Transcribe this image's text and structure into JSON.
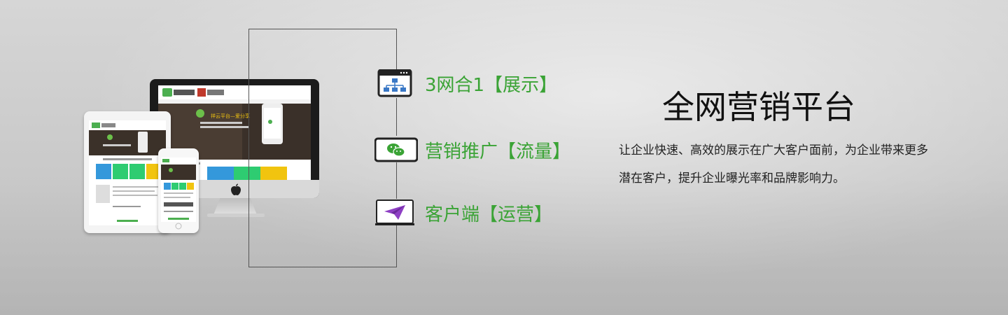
{
  "features": [
    {
      "icon": "sitemap-icon",
      "label": "3网合1【展示】"
    },
    {
      "icon": "wechat-icon",
      "label": "营销推广【流量】"
    },
    {
      "icon": "paper-plane-icon",
      "label": "客户端【运营】"
    }
  ],
  "heading": "全网营销平台",
  "description": "让企业快速、高效的展示在广大客户面前，为企业带来更多潜在客户，提升企业曝光率和品牌影响力。",
  "devices": {
    "monitor_banner_text": "祥云平台—爱分享",
    "monitor_logo_icon": "apple-logo-icon"
  },
  "colors": {
    "accent_green": "#3aa335",
    "title": "#111111"
  }
}
